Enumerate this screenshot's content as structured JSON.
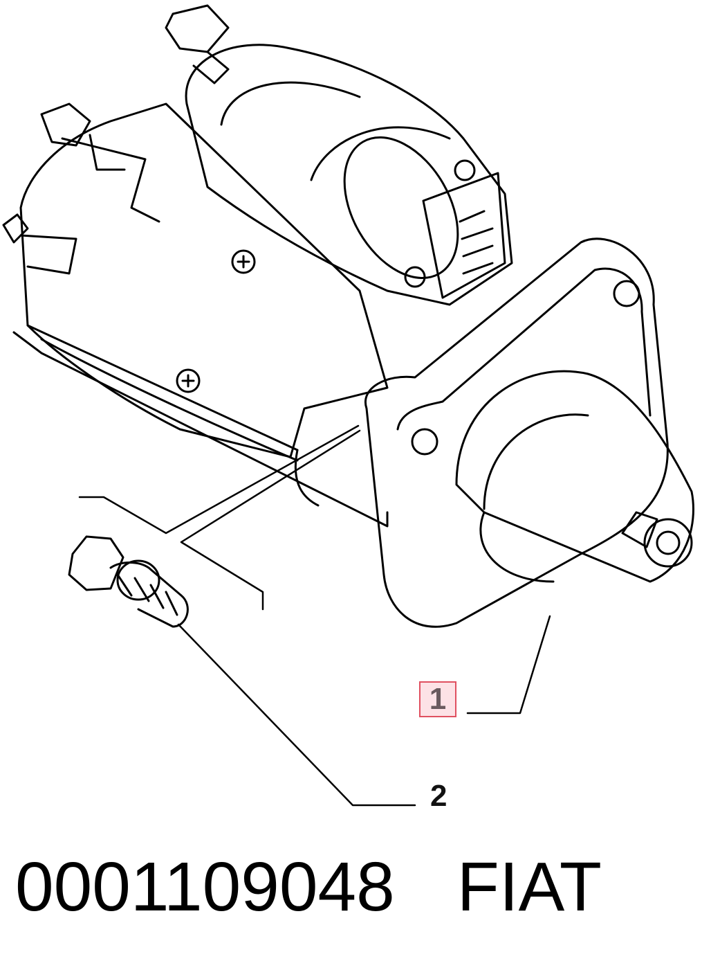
{
  "diagram": {
    "callouts": [
      {
        "number": "1",
        "highlighted": true,
        "highlight_color": "#fde2e6",
        "border_color": "#e05060"
      },
      {
        "number": "2",
        "highlighted": false
      }
    ]
  },
  "footer": {
    "part_number": "0001109048",
    "brand": "FIAT"
  },
  "colors": {
    "line": "#000000",
    "background": "#ffffff"
  }
}
